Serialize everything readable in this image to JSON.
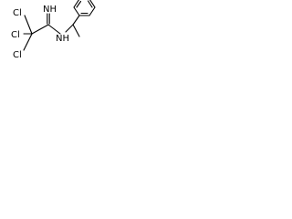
{
  "molecule": {
    "atoms": {
      "cl_top": "Cl",
      "cl_middle": "Cl",
      "cl_bottom": "Cl",
      "imine_nh": "NH",
      "amine_nh": "NH"
    },
    "colors": {
      "bond": "#000000",
      "label": "#000000",
      "background": "#ffffff"
    }
  }
}
